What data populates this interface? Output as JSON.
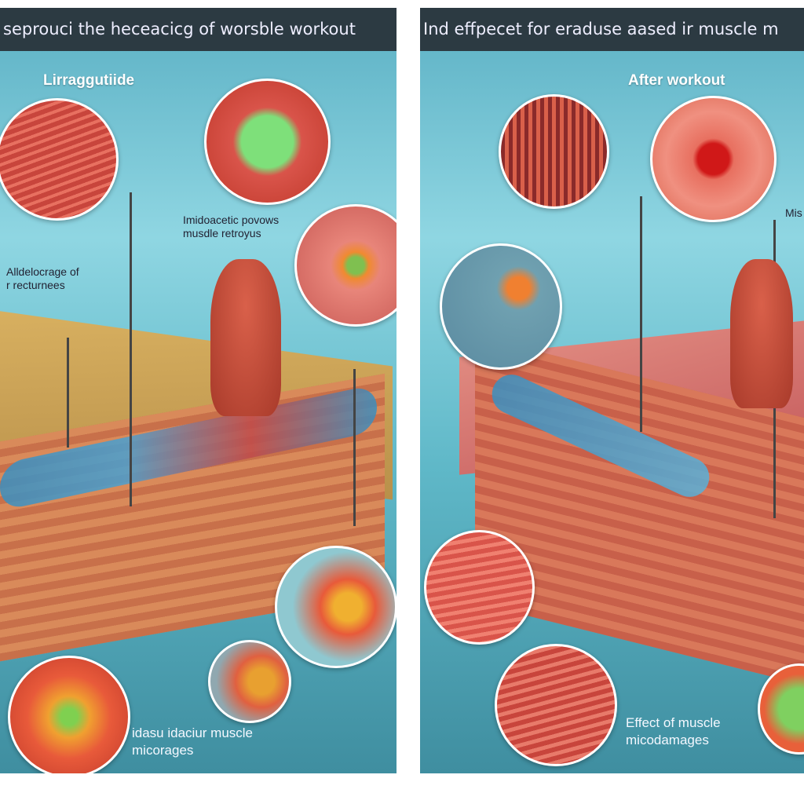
{
  "left_panel": {
    "header": "seprouci the heceacicg of worsble workout",
    "label_top": "Lirraggutiide",
    "label_middle": [
      "Imidoacetic povows",
      "musdle retroyus"
    ],
    "label_side": [
      "Alldelocrage of",
      "r recturnees"
    ],
    "caption_bottom": [
      "idasu idaciur muscle",
      "micorages"
    ]
  },
  "right_panel": {
    "header": "Ind effpecet for eraduse aased ir muscle m",
    "label_top": "After workout",
    "label_side": "Mis",
    "caption_bottom": [
      "Effect of muscle",
      "micodamages"
    ]
  },
  "colors": {
    "header_bg": "#2c3a42",
    "muscle": "#d9534a",
    "fat": "#c9a24f",
    "vessel": "#3a8fc0"
  }
}
